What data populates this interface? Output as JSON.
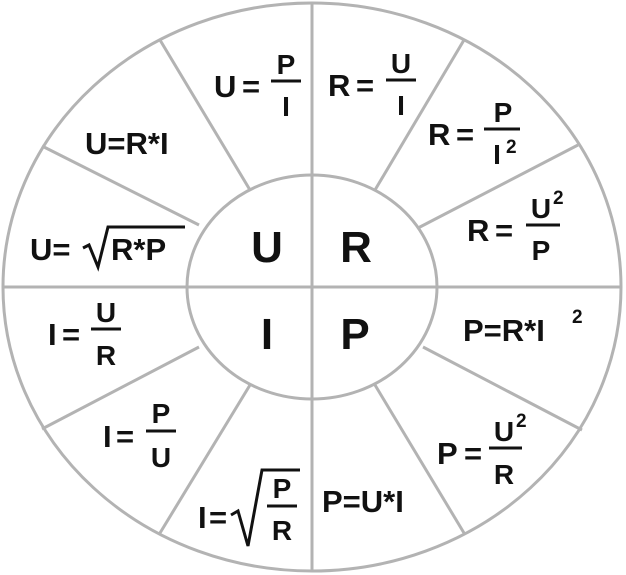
{
  "diagram": {
    "colors": {
      "line": "#b3b3b3",
      "text": "#111111",
      "background": "#ffffff"
    },
    "center": {
      "top_left": "U",
      "top_right": "R",
      "bottom_left": "I",
      "bottom_right": "P"
    },
    "segments": {
      "u_from_p_i": {
        "lhs": "U",
        "eq": "=",
        "num": "P",
        "den": "I"
      },
      "r_from_u_i": {
        "lhs": "R",
        "eq": "=",
        "num": "U",
        "den": "I"
      },
      "r_from_p_i2": {
        "lhs": "R",
        "eq": "=",
        "num": "P",
        "den": "I",
        "den_exp": "2"
      },
      "r_from_u2_p": {
        "lhs": "R",
        "eq": "=",
        "num": "U",
        "num_exp": "2",
        "den": "P"
      },
      "p_from_r_i2": {
        "text": "P=R*I",
        "exp": "2"
      },
      "p_from_u2_r": {
        "lhs": "P",
        "eq": "=",
        "num": "U",
        "num_exp": "2",
        "den": "R"
      },
      "p_from_u_i": {
        "text": "P=U*I"
      },
      "i_from_sqrt_p_r": {
        "lhs": "I",
        "eq": "=",
        "num": "P",
        "den": "R"
      },
      "i_from_p_u": {
        "lhs": "I",
        "eq": "=",
        "num": "P",
        "den": "U"
      },
      "i_from_u_r": {
        "lhs": "I",
        "eq": "=",
        "num": "U",
        "den": "R"
      },
      "u_from_sqrt_r_p": {
        "text": "U=",
        "radicand": "R*P"
      },
      "u_from_r_i": {
        "text": "U=R*I"
      }
    }
  }
}
